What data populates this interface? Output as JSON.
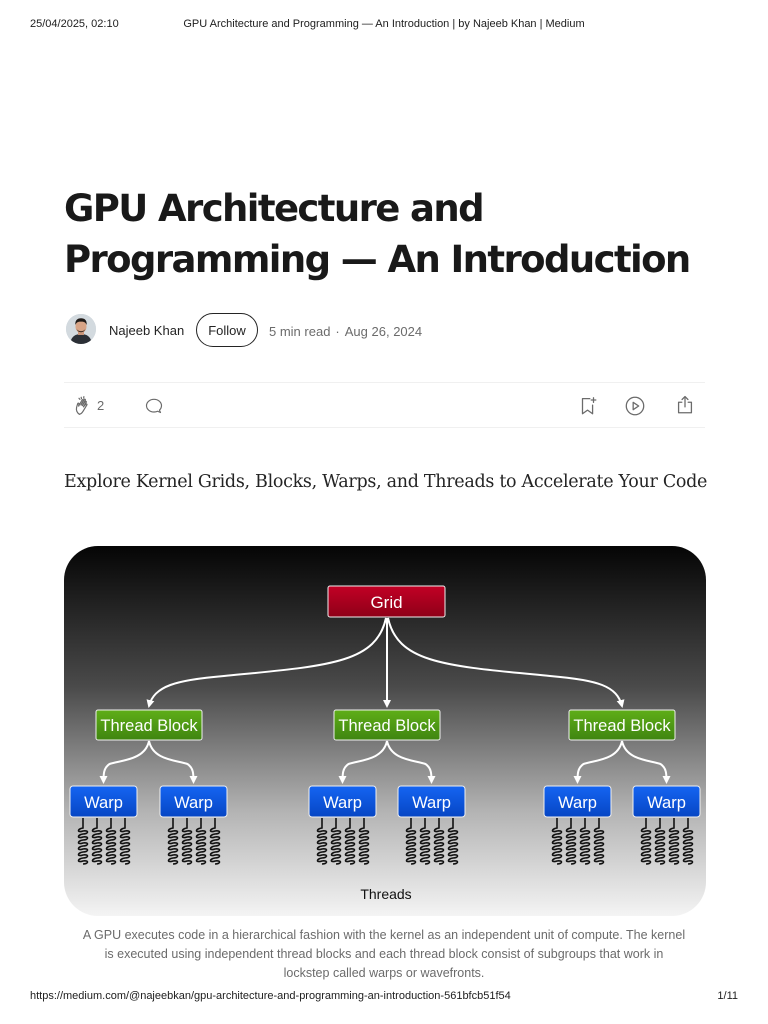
{
  "print_header": {
    "date": "25/04/2025, 02:10",
    "title": "GPU Architecture and Programming — An Introduction | by Najeeb Khan | Medium"
  },
  "article": {
    "title_line1": "GPU Architecture and",
    "title_line2": "Programming — An Introduction",
    "subtitle": "Explore Kernel Grids, Blocks, Warps, and Threads to Accelerate Your Code"
  },
  "byline": {
    "author": "Najeeb Khan",
    "follow_label": "Follow",
    "read_time": "5 min read",
    "separator": "·",
    "date": "Aug 26, 2024"
  },
  "actions": {
    "clap_count": "2",
    "icons": [
      "clap-icon",
      "comment-icon",
      "bookmark-icon",
      "play-icon",
      "share-icon"
    ]
  },
  "figure": {
    "grid_label": "Grid",
    "block_labels": [
      "Thread Block",
      "Thread Block",
      "Thread Block"
    ],
    "warp_labels": [
      "Warp",
      "Warp",
      "Warp",
      "Warp",
      "Warp",
      "Warp"
    ],
    "threads_label": "Threads",
    "colors": {
      "grid": "#a8001c",
      "block": "#4f9a13",
      "warp": "#0a57e6",
      "background_top": "#050505",
      "background_bottom": "#f4f4f4"
    }
  },
  "caption": {
    "line1": "A GPU executes code in a hierarchical fashion with the kernel as an independent unit of compute. The kernel",
    "line2": "is executed using independent thread blocks and each thread block consist of subgroups that work in",
    "line3": "lockstep called warps or wavefronts."
  },
  "print_footer": {
    "url": "https://medium.com/@najeebkan/gpu-architecture-and-programming-an-introduction-561bfcb51f54",
    "page": "1/11"
  }
}
